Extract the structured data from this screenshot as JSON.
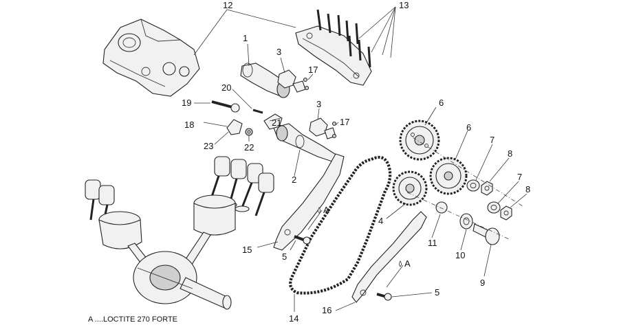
{
  "callouts": {
    "c1": "1",
    "c2": "2",
    "c3a": "3",
    "c3b": "3",
    "c4": "4",
    "c5a": "5",
    "c5b": "5",
    "c6a": "6",
    "c6b": "6",
    "c7a": "7",
    "c7b": "7",
    "c8a": "8",
    "c8b": "8",
    "c9": "9",
    "c10": "10",
    "c11": "11",
    "c12": "12",
    "c13": "13",
    "c14": "14",
    "c15": "15",
    "c16": "16",
    "c17a": "17",
    "c17b": "17",
    "c18": "18",
    "c19": "19",
    "c20": "20",
    "c21": "21",
    "c22": "22",
    "c23": "23"
  },
  "markers": {
    "a1": "A",
    "a2": "A"
  },
  "legend": {
    "note": "A ....LOCTITE 270 FORTE"
  }
}
